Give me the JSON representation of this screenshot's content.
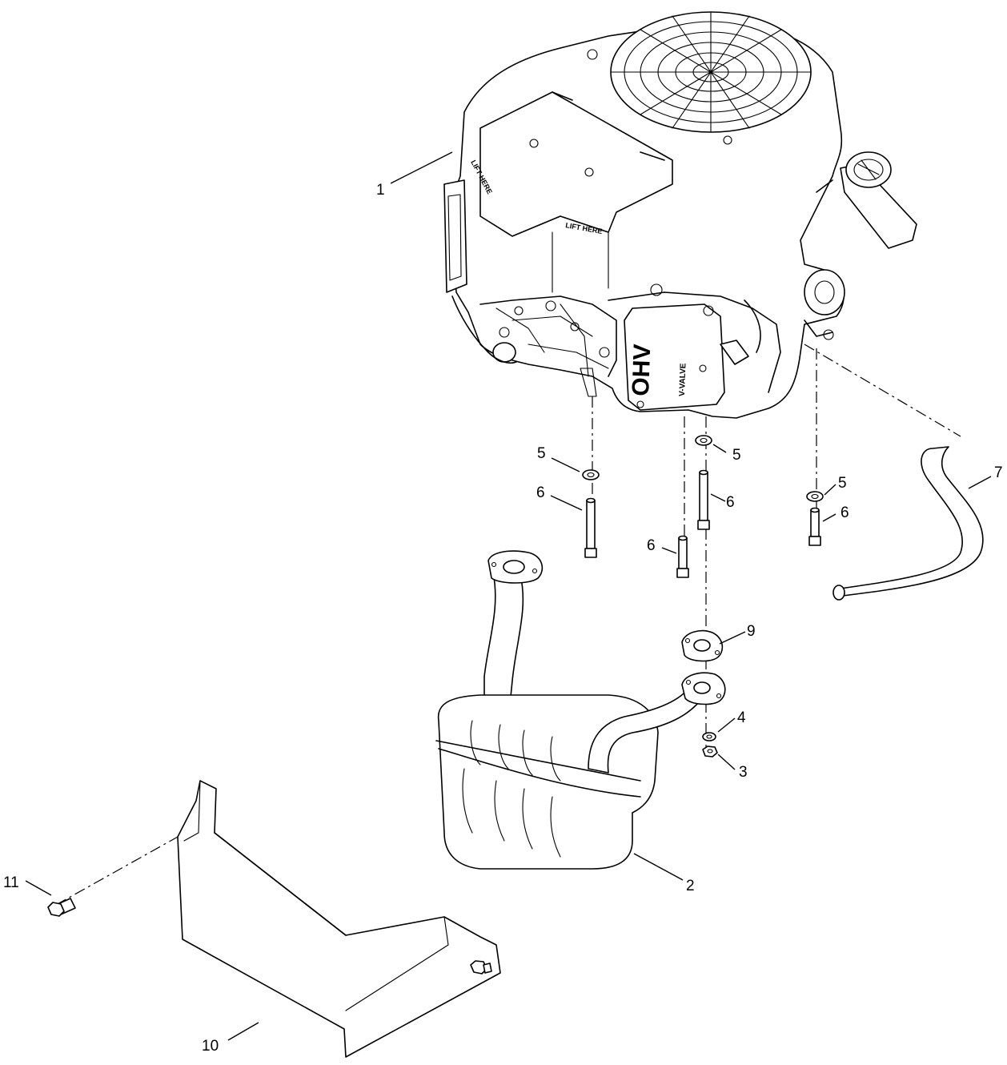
{
  "callouts": {
    "c1": "1",
    "c2": "2",
    "c3": "3",
    "c4": "4",
    "c5a": "5",
    "c5b": "5",
    "c5c": "5",
    "c6a": "6",
    "c6b": "6",
    "c6c": "6",
    "c6d": "6",
    "c7": "7",
    "c9": "9",
    "c10": "10",
    "c11": "11"
  },
  "engine_markings": {
    "lift_here_top": "LIFT HERE",
    "lift_here_side": "LIFT HERE",
    "ohv": "OHV",
    "v_valve": "V-VALVE"
  }
}
